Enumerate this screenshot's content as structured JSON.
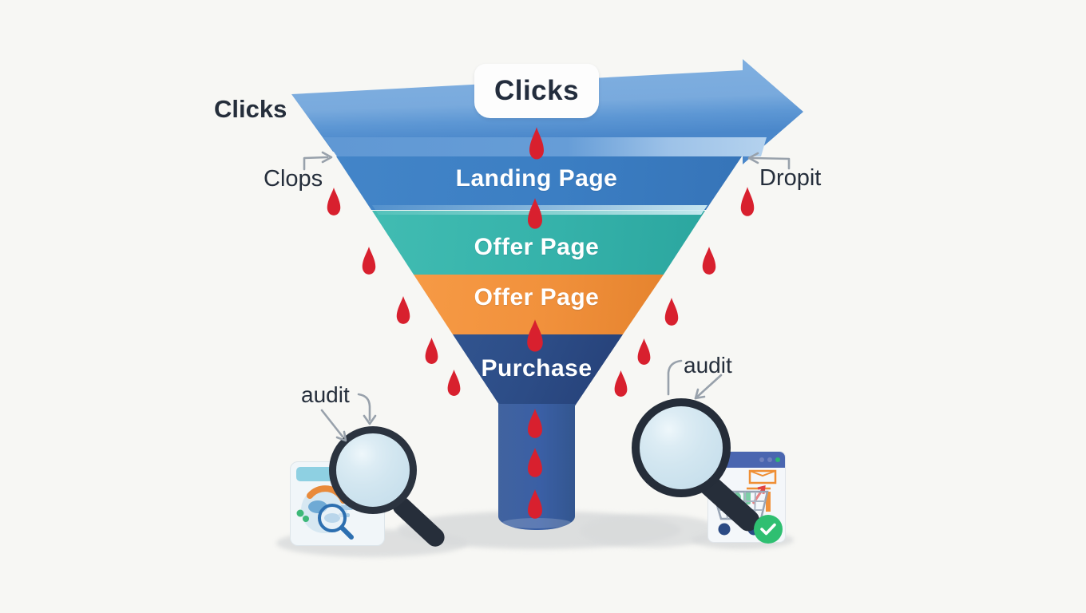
{
  "diagram": {
    "type": "marketing-funnel-infographic",
    "badge_label": "Clicks",
    "corner_label": "Clicks",
    "stages": [
      {
        "label": "Landing Page",
        "color": "#3b7ec3"
      },
      {
        "label": "Offer Page",
        "color": "#35b2aa"
      },
      {
        "label": "Offer Page",
        "color": "#f1913c"
      },
      {
        "label": "Purchase",
        "color": "#2c4c86"
      }
    ],
    "callouts": {
      "left_mid": "Clops",
      "right_mid": "Dropit",
      "bottom_left": "audit",
      "bottom_right": "audit"
    },
    "colors": {
      "funnel_top_light": "#83b2e2",
      "funnel_top_deep": "#4a87ca",
      "landing_blue": "#3b7ec3",
      "offer_teal": "#35b2aa",
      "offer_orange": "#f1913c",
      "purchase_navy": "#2c4c86",
      "stem_blue": "#3a5fa5",
      "droplet_red": "#d8202e",
      "callout_arrow_gray": "#98a1ab",
      "check_green": "#2fbf71",
      "window_header_indigo": "#4a66b0",
      "window_header_lightblue": "#8ed0e2",
      "background": "#f7f7f4"
    }
  }
}
